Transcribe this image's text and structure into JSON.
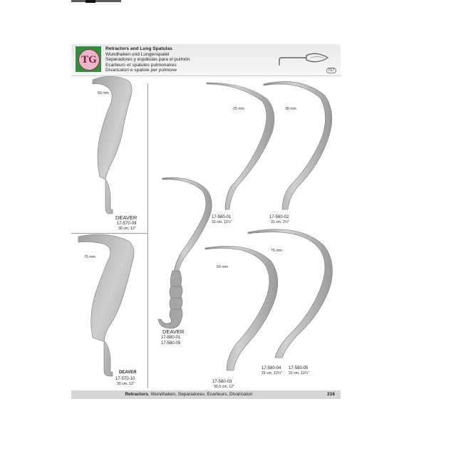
{
  "header": {
    "title": "Retractors and Lung Spatulas",
    "subtitle_de": "Wundhaken und Lungenspatel",
    "subtitle_es": "Separadores y espátulas para el pulmón",
    "subtitle_fr": "Ecarteurs et spatules pulmonaires",
    "subtitle_it": "Divaricatori e spatole per polmone",
    "page_code": "017"
  },
  "instruments": {
    "deaver_09": {
      "width": "50 mm",
      "name": "DEAVER",
      "code": "17-570-09",
      "size": "30 cm, 12\""
    },
    "deaver_10": {
      "width": "75 mm",
      "name": "DEAVER",
      "code": "17-570-10",
      "size": "30 cm, 12\""
    },
    "r_580_01": {
      "width": "25 mm",
      "code": "17-580-01",
      "size": "31 cm, 12¼\""
    },
    "r_580_02": {
      "width": "38 mm",
      "code": "17-580-02",
      "size": "31 cm, 2¼\""
    },
    "deaver_580": {
      "name": "DEAVER",
      "code1": "17-580-01",
      "code2": "17-580-05"
    },
    "r_580_03": {
      "width": "50 mm",
      "code": "17-580-03",
      "size": "30,5 cm, 12\""
    },
    "r_580_04": {
      "code": "17-580-04",
      "size": "31 cm, 12¼\""
    },
    "r_580_05": {
      "width": "75 mm",
      "code": "17-580-05",
      "size": "31 cm, 12¼\""
    }
  },
  "footer": {
    "bold": "Retractors",
    "rest": ", Wundhaken, Separadores, Ecarteurs, Divaricatori",
    "page_number": "216"
  },
  "colors": {
    "logo_green": "#2f8f3c",
    "logo_pink": "#e9b7c6",
    "steel": "#b4b4b4",
    "footer_bar": "#d6d6d6"
  }
}
